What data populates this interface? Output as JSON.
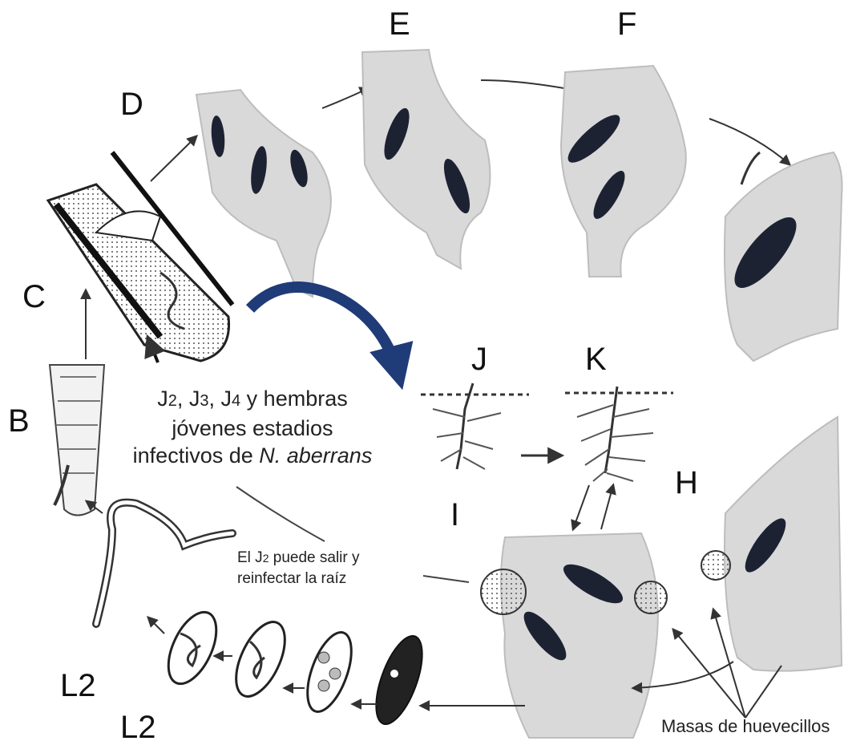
{
  "stage_labels": {
    "b": "B",
    "c": "C",
    "d": "D",
    "e": "E",
    "f": "F",
    "h": "H",
    "i": "I",
    "j": "J",
    "k": "K",
    "l2a": "L2",
    "l2b": "L2"
  },
  "infective_text": {
    "j2": "J",
    "j2n": "2",
    "j3": "J",
    "j3n": "3",
    "j4": "J",
    "j4n": "4",
    "line1_rest": " y hembras",
    "line2": "jóvenes  estadios",
    "line3_prefix": "infectivos de ",
    "species": "N. aberrans"
  },
  "reinfect_text": {
    "line1_prefix": "El J",
    "line1_sub": "2",
    "line1_rest": " puede salir  y",
    "line2": "reinfectar  la  raíz"
  },
  "egg_mass_text": "Masas de huevecillos",
  "colors": {
    "gall": "#d9d9d9",
    "gall_edge": "#b8b8b8",
    "female": "#1d2233",
    "blue_arrow": "#1f3b78",
    "ink": "#222222"
  }
}
